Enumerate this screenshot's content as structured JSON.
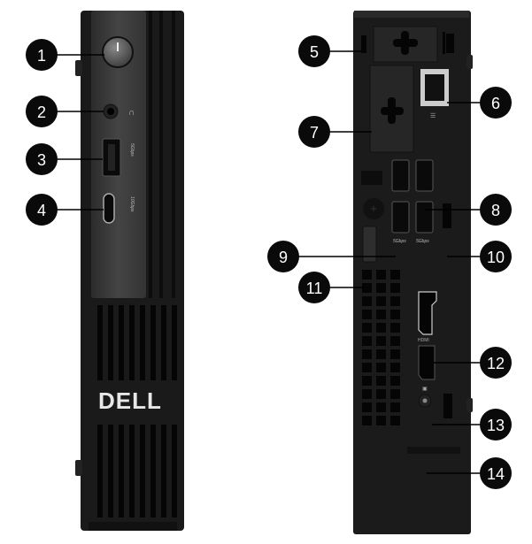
{
  "front": {
    "logo": "DELL",
    "usb_a_speed": "5Gbps",
    "usb_c_speed": "10Gbps"
  },
  "rear": {
    "usb_speed_left": "5Gbps",
    "usb_speed_right": "5Gbps",
    "hdmi_label": "HDMI"
  },
  "callouts": [
    "1",
    "2",
    "3",
    "4",
    "5",
    "6",
    "7",
    "8",
    "9",
    "10",
    "11",
    "12",
    "13",
    "14"
  ],
  "colors": {
    "callout": "#0a0a0a",
    "chassis": "#1c1c1c",
    "front_panel": "#3a3a3a"
  }
}
